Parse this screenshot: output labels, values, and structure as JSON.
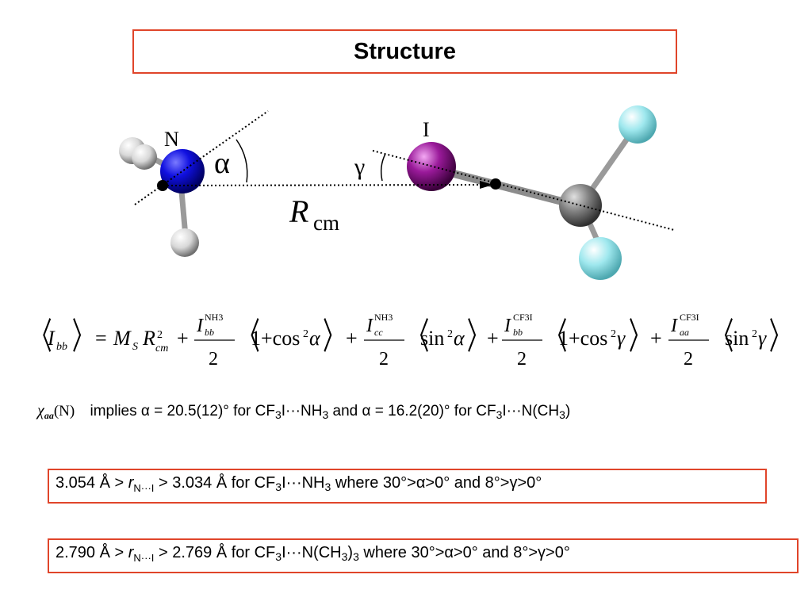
{
  "title": "Structure",
  "diagram": {
    "label_N": "N",
    "label_I": "I",
    "label_alpha": "α",
    "label_gamma": "γ",
    "label_R": "R",
    "label_R_sub": "cm"
  },
  "equation": {
    "lhs": "〈I_bb〉 = M_S R_cm²",
    "term1_sup": "NH3",
    "term1_sub": "bb",
    "term1_angle": "1+cos²α",
    "term2_sup": "NH3",
    "term2_sub": "cc",
    "term2_angle": "sin²α",
    "term3_sup": "CF3I",
    "term3_sub": "bb",
    "term3_angle": "1+cos²γ",
    "term4_sup": "CF3I",
    "term4_sub": "aa",
    "term4_angle": "sin²γ",
    "denominator": "2"
  },
  "implies": {
    "chi": "χ",
    "chi_sub": "aa",
    "chi_arg": "(N)",
    "t1": "implies ",
    "alpha": "α",
    "t2": " = 20.5(12)° for CF",
    "sub3a": "3",
    "t3": "I···NH",
    "sub3b": "3",
    "t4": " and ",
    "alpha2": "α",
    "t5": " = 16.2(20)° for CF",
    "sub3c": "3",
    "t6": "I···N(CH",
    "sub3d": "3",
    "t7": ")"
  },
  "box1": {
    "a": "3.054 Å > ",
    "r": "r",
    "rsub": "N···I",
    "b": " > 3.034 Å  for CF",
    "s1": "3",
    "c": "I···NH",
    "s2": "3",
    "d": " where 30°>",
    "alpha": "α",
    "e": ">0° and 8°>",
    "gamma": "γ",
    "f": ">0°"
  },
  "box2": {
    "a": "2.790 Å > ",
    "r": "r",
    "rsub": "N···I",
    "b": " > 2.769 Å for CF",
    "s1": "3",
    "c": "I···N(CH",
    "s2": "3",
    "c2": ")",
    "s3": "3",
    "d": " where 30°>",
    "alpha": "α",
    "e": ">0° and 8°>",
    "gamma": "γ",
    "f": ">0°"
  },
  "colors": {
    "frame": "#e0452a",
    "nitrogen": "#1010e0",
    "iodine": "#9a1a9a",
    "carbon": "#808080",
    "fluorine": "#9fe8ee",
    "hydrogen": "#e8e8e8"
  }
}
